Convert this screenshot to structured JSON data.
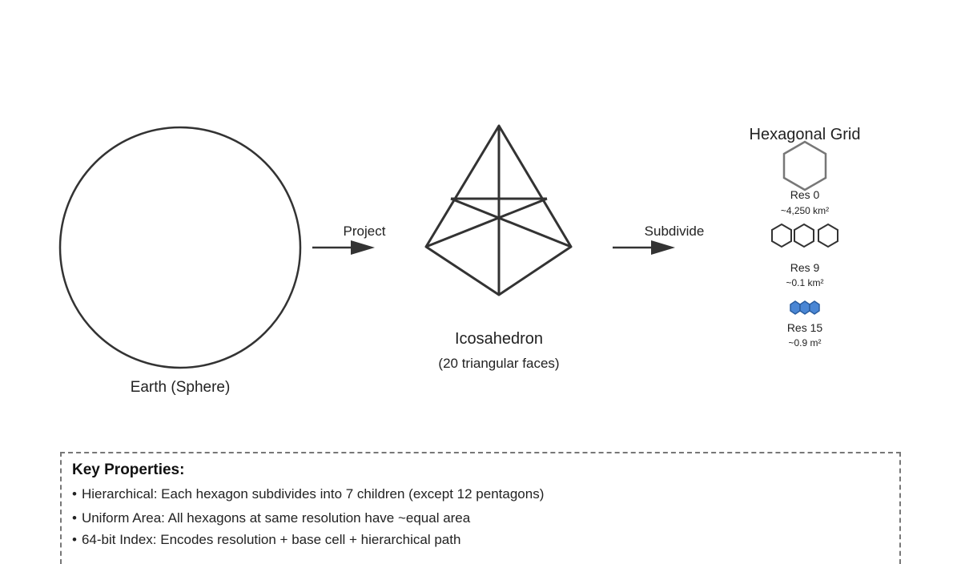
{
  "sphere": {
    "label": "Earth (Sphere)"
  },
  "arrow_project": {
    "label": "Project"
  },
  "icosahedron": {
    "label": "Icosahedron",
    "sublabel": "(20 triangular faces)"
  },
  "arrow_subdivide": {
    "label": "Subdivide"
  },
  "hex_grid": {
    "title": "Hexagonal Grid",
    "levels": [
      {
        "res": "Res 0",
        "area": "~4,250 km²"
      },
      {
        "res": "Res 9",
        "area": "~0.1 km²"
      },
      {
        "res": "Res 15",
        "area": "~0.9 m²"
      }
    ]
  },
  "properties": {
    "title": "Key Properties:",
    "bullet": "•",
    "items": [
      "Hierarchical: Each hexagon subdivides into 7 children (except 12 pentagons)",
      "Uniform Area: All hexagons at same resolution have ~equal area",
      "64-bit Index: Encodes resolution + base cell + hierarchical path"
    ]
  },
  "colors": {
    "stroke": "#333333",
    "hex_res0": "#777777",
    "hex_res15_fill": "#4a86d4",
    "hex_res15_stroke": "#2a5d9f",
    "border": "#777777"
  }
}
